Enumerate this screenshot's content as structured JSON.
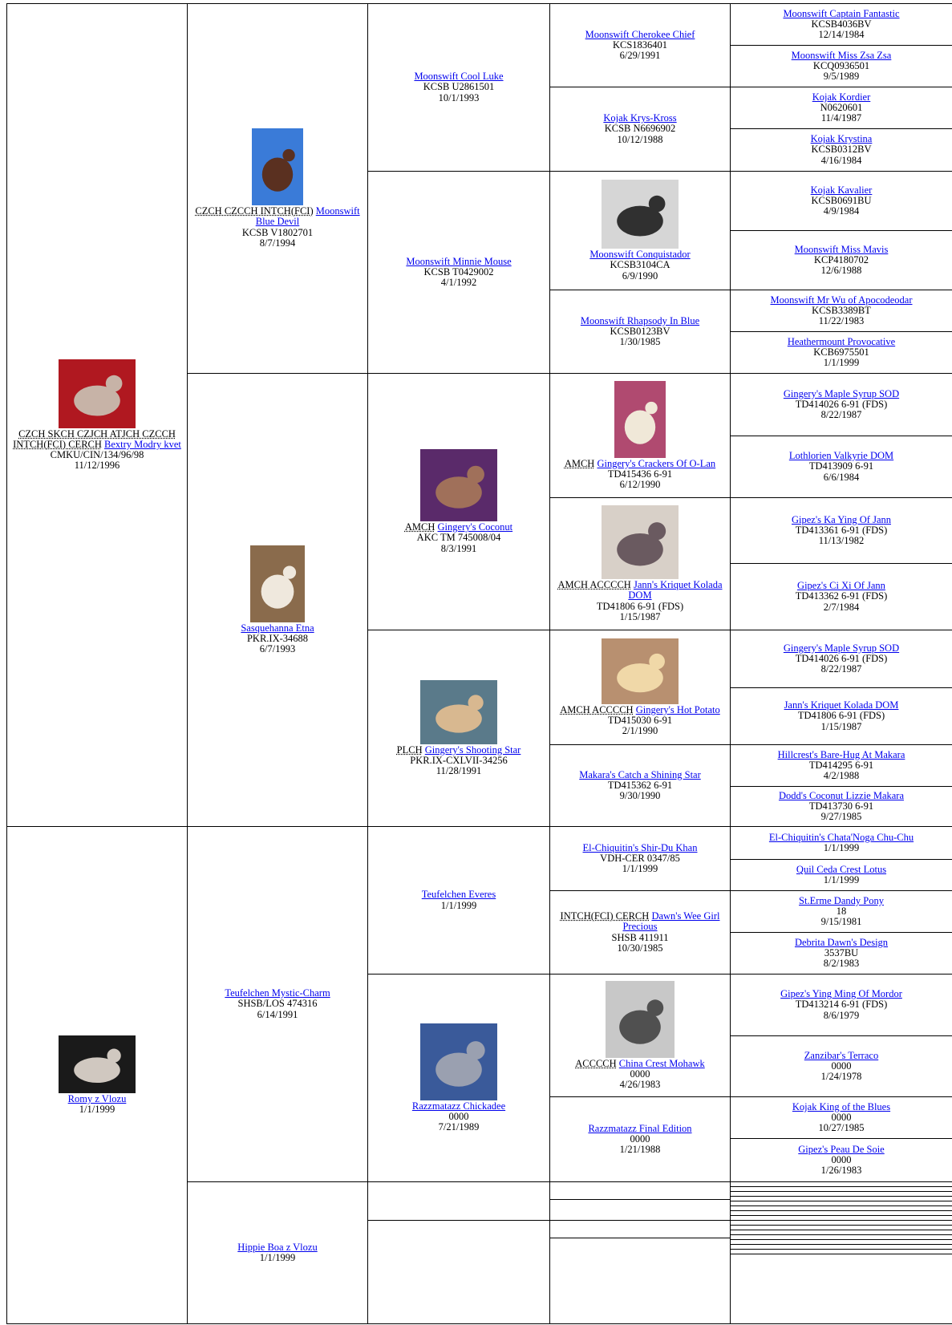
{
  "pedigree": [
    {
      "title": "CZCH SKCH CZJCH ATJCH CZCCH INTCH(FCI) CERCH",
      "name": "Bextry Modry kvet",
      "reg": "CMKU/CIN/134/96/98",
      "date": "11/12/1996",
      "photo": "show-dog-red-background-photo"
    },
    {
      "title": "CZCH CZCCH INTCH(FCI)",
      "name": "Moonswift Blue Devil",
      "reg": "KCSB V1802701",
      "date": "8/7/1994",
      "photo": "crested-dog-photo"
    },
    {
      "title": "",
      "name": "Moonswift Cool Luke",
      "reg": "KCSB U2861501",
      "date": "10/1/1993"
    },
    {
      "title": "",
      "name": "Moonswift Cherokee Chief",
      "reg": "KCS1836401",
      "date": "6/29/1991"
    },
    {
      "title": "",
      "name": "Moonswift Captain Fantastic",
      "reg": "KCSB4036BV",
      "date": "12/14/1984"
    },
    {
      "title": "",
      "name": "Moonswift Miss Zsa Zsa",
      "reg": "KCQ0936501",
      "date": "9/5/1989"
    },
    {
      "title": "",
      "name": "Kojak Krys-Kross",
      "reg": "KCSB N6696902",
      "date": "10/12/1988"
    },
    {
      "title": "",
      "name": "Kojak Kordier",
      "reg": "N0620601",
      "date": "11/4/1987"
    },
    {
      "title": "",
      "name": "Kojak Krystina",
      "reg": "KCSB0312BV",
      "date": "4/16/1984"
    },
    {
      "title": "",
      "name": "Moonswift Minnie Mouse",
      "reg": "KCSB T0429002",
      "date": "4/1/1992"
    },
    {
      "title": "",
      "name": "Moonswift Conquistador",
      "reg": "KCSB3104CA",
      "date": "6/9/1990",
      "photo": "hairless-dog-bw-photo"
    },
    {
      "title": "",
      "name": "Kojak Kavalier",
      "reg": "KCSB0691BU",
      "date": "4/9/1984"
    },
    {
      "title": "",
      "name": "Moonswift Miss Mavis",
      "reg": "KCP4180702",
      "date": "12/6/1988"
    },
    {
      "title": "",
      "name": "Moonswift Rhapsody In Blue",
      "reg": "KCSB0123BV",
      "date": "1/30/1985"
    },
    {
      "title": "",
      "name": "Moonswift Mr Wu of Apocodeodar",
      "reg": "KCSB3389BT",
      "date": "11/22/1983"
    },
    {
      "title": "",
      "name": "Heathermount Provocative",
      "reg": "KCB6975501",
      "date": "1/1/1999"
    },
    {
      "title": "",
      "name": "Sasquehanna Etna",
      "reg": "PKR.IX-34688",
      "date": "6/7/1993",
      "photo": "white-fluffy-dog-photo"
    },
    {
      "title": "AMCH",
      "name": "Gingery's Coconut",
      "reg": "AKC TM 745008/04",
      "date": "8/3/1991",
      "photo": "hairless-dog-purple-background-photo"
    },
    {
      "title": "AMCH",
      "name": "Gingery's Crackers Of O-Lan",
      "reg": "TD415436 6-91",
      "date": "6/12/1990",
      "photo": "white-dog-flowers-photo"
    },
    {
      "title": "",
      "name": "Gingery's Maple Syrup SOD",
      "reg": "TD414026 6-91 (FDS)",
      "date": "8/22/1987"
    },
    {
      "title": "",
      "name": "Lothlorien Valkyrie DOM",
      "reg": "TD413909 6-91",
      "date": "6/6/1984"
    },
    {
      "title": "AMCH ACCCCH",
      "name": "Jann's Kriquet Kolada DOM",
      "reg": "TD41806 6-91 (FDS)",
      "date": "1/15/1987",
      "photo": "hairless-dog-show-photo"
    },
    {
      "title": "",
      "name": "Gipez's Ka Ying Of Jann",
      "reg": "TD413361 6-91 (FDS)",
      "date": "11/13/1982"
    },
    {
      "title": "",
      "name": "Gipez's Ci Xi Of Jann",
      "reg": "TD413362 6-91 (FDS)",
      "date": "2/7/1984"
    },
    {
      "title": "PLCH",
      "name": "Gingery's Shooting Star",
      "reg": "PKR.IX-CXLVII-34256",
      "date": "11/28/1991",
      "photo": "cream-dog-grass-photo"
    },
    {
      "title": "AMCH ACCCCH",
      "name": "Gingery's Hot Potato",
      "reg": "TD415030 6-91",
      "date": "2/1/1990",
      "photo": "cream-dog-show-photo"
    },
    {
      "title": "",
      "name": "Gingery's Maple Syrup SOD",
      "reg": "TD414026 6-91 (FDS)",
      "date": "8/22/1987"
    },
    {
      "title": "",
      "name": "Jann's Kriquet Kolada DOM",
      "reg": "TD41806 6-91 (FDS)",
      "date": "1/15/1987"
    },
    {
      "title": "",
      "name": "Makara's Catch a Shining Star",
      "reg": "TD415362 6-91",
      "date": "9/30/1990"
    },
    {
      "title": "",
      "name": "Hillcrest's Bare-Hug At Makara",
      "reg": "TD414295 6-91",
      "date": "4/2/1988"
    },
    {
      "title": "",
      "name": "Dodd's Coconut Lizzie Makara",
      "reg": "TD413730 6-91",
      "date": "9/27/1985"
    },
    {
      "title": "",
      "name": "Romy z Vlozu",
      "reg": "",
      "date": "1/1/1999",
      "photo": "black-dog-photo"
    },
    {
      "title": "",
      "name": "Teufelchen Mystic-Charm",
      "reg": "SHSB/LOS 474316",
      "date": "6/14/1991"
    },
    {
      "title": "",
      "name": "Teufelchen Everes",
      "reg": "",
      "date": "1/1/1999"
    },
    {
      "title": "",
      "name": "El-Chiquitin's Shir-Du Khan",
      "reg": "VDH-CER 0347/85",
      "date": "1/1/1999"
    },
    {
      "title": "",
      "name": "El-Chiquitin's Chata'Noga Chu-Chu",
      "reg": "",
      "date": "1/1/1999"
    },
    {
      "title": "",
      "name": "Quil Ceda Crest Lotus",
      "reg": "",
      "date": "1/1/1999"
    },
    {
      "title": "INTCH(FCI) CERCH",
      "name": "Dawn's Wee Girl Precious",
      "reg": "SHSB 411911",
      "date": "10/30/1985"
    },
    {
      "title": "",
      "name": "St.Erme Dandy Pony",
      "reg": "18",
      "date": "9/15/1981"
    },
    {
      "title": "",
      "name": "Debrita Dawn's Design",
      "reg": "3537BU",
      "date": "8/2/1983"
    },
    {
      "title": "",
      "name": "Razzmatazz Chickadee",
      "reg": "0000",
      "date": "7/21/1989",
      "photo": "grey-dog-on-blanket-photo"
    },
    {
      "title": "ACCCCH",
      "name": "China Crest Mohawk",
      "reg": "0000",
      "date": "4/26/1983",
      "photo": "hairless-dog-bw-standing-photo"
    },
    {
      "title": "",
      "name": "Gipez's Ying Ming Of Mordor",
      "reg": "TD413214 6-91 (FDS)",
      "date": "8/6/1979"
    },
    {
      "title": "",
      "name": "Zanzibar's Terraco",
      "reg": "0000",
      "date": "1/24/1978"
    },
    {
      "title": "",
      "name": "Razzmatazz Final Edition",
      "reg": "0000",
      "date": "1/21/1988"
    },
    {
      "title": "",
      "name": "Kojak King of the Blues",
      "reg": "0000",
      "date": "10/27/1985"
    },
    {
      "title": "",
      "name": "Gipez's Peau De Soie",
      "reg": "0000",
      "date": "1/26/1983"
    },
    {
      "title": "",
      "name": "Hippie Boa z Vlozu",
      "reg": "",
      "date": "1/1/1999"
    }
  ]
}
